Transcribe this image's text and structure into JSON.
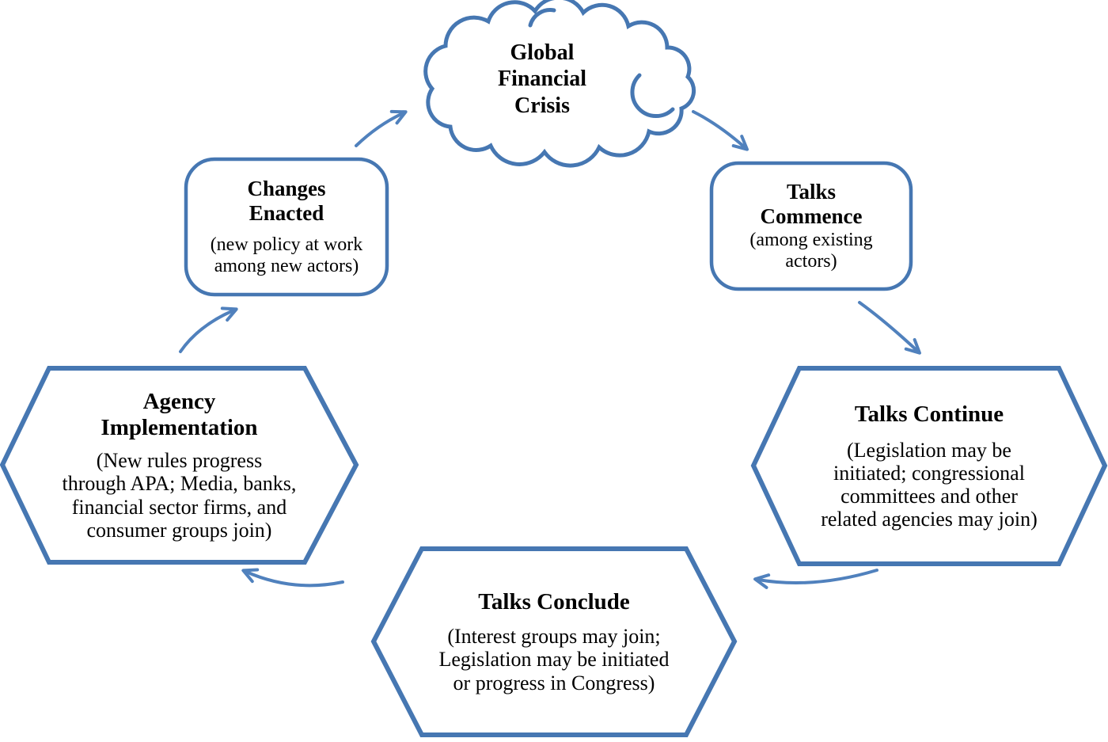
{
  "colors": {
    "shape_stroke": "#4677B2",
    "arrow_stroke": "#5081BD",
    "text": "#000000",
    "background": "#FFFFFF"
  },
  "nodes": {
    "crisis": {
      "shape": "cloud",
      "title": "Global Financial Crisis",
      "title_lines": [
        "Global",
        "Financial",
        "Crisis"
      ]
    },
    "talks_commence": {
      "shape": "rounded-rectangle",
      "title": "Talks Commence",
      "title_lines": [
        "Talks",
        "Commence"
      ],
      "subtitle": "(among existing actors)",
      "subtitle_lines": [
        "(among existing",
        "actors)"
      ]
    },
    "talks_continue": {
      "shape": "hexagon",
      "title": "Talks Continue",
      "subtitle": "(Legislation may be initiated; congressional committees and other related agencies may join)",
      "subtitle_lines": [
        "(Legislation may be",
        "initiated; congressional",
        "committees and other",
        "related agencies may join)"
      ]
    },
    "talks_conclude": {
      "shape": "hexagon",
      "title": "Talks Conclude",
      "subtitle": "(Interest groups may join; Legislation may be initiated or progress in Congress)",
      "subtitle_lines": [
        "(Interest groups may join;",
        "Legislation may be initiated",
        "or progress in Congress)"
      ]
    },
    "agency_implementation": {
      "shape": "hexagon",
      "title": "Agency Implementation",
      "title_lines": [
        "Agency",
        "Implementation"
      ],
      "subtitle": "(New rules progress through APA; Media, banks, financial sector firms, and consumer groups join)",
      "subtitle_lines": [
        "(New rules progress",
        "through APA; Media, banks,",
        "financial sector firms, and",
        "consumer groups join)"
      ]
    },
    "changes_enacted": {
      "shape": "rounded-rectangle",
      "title": "Changes Enacted",
      "title_lines": [
        "Changes",
        "Enacted"
      ],
      "subtitle": "(new policy at work among new actors)",
      "subtitle_lines": [
        "(new policy at work",
        "among new actors)"
      ]
    }
  },
  "edges": [
    {
      "from": "Global Financial Crisis",
      "to": "Talks Commence"
    },
    {
      "from": "Talks Commence",
      "to": "Talks Continue"
    },
    {
      "from": "Talks Continue",
      "to": "Talks Conclude"
    },
    {
      "from": "Talks Conclude",
      "to": "Agency Implementation"
    },
    {
      "from": "Agency Implementation",
      "to": "Changes Enacted"
    },
    {
      "from": "Changes Enacted",
      "to": "Global Financial Crisis"
    }
  ]
}
